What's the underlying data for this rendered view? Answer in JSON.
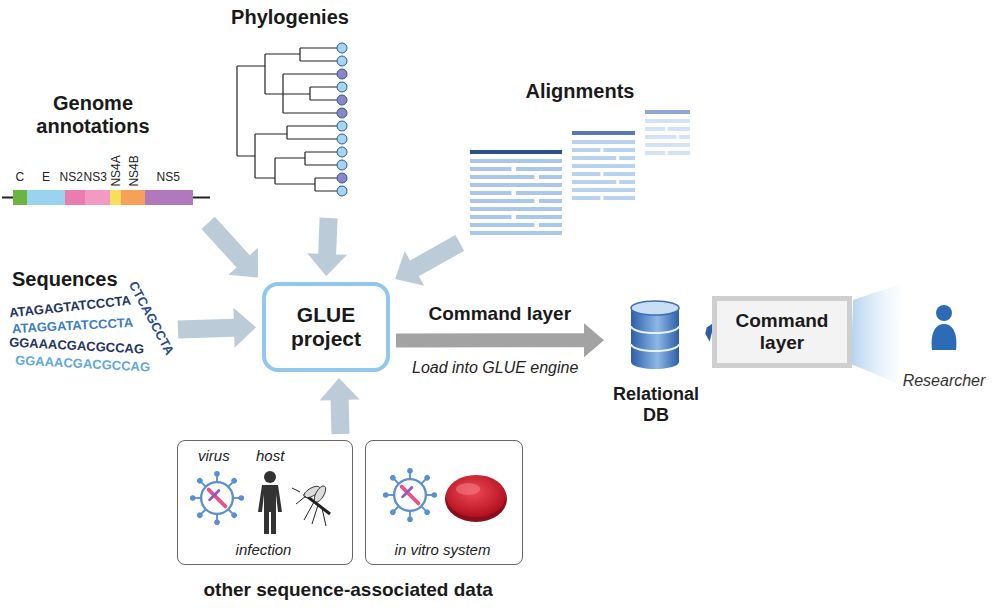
{
  "diagram": {
    "nodes": [
      {
        "text": [
          "Phylogenies"
        ]
      },
      {
        "text": [
          "Genome annotations"
        ]
      },
      {
        "text": [
          "Alignments"
        ]
      },
      {
        "text": [
          "Sequences"
        ]
      },
      {
        "text": [
          "GLUE project"
        ]
      },
      {
        "text": [
          "Relational DB"
        ]
      },
      {
        "text": [
          "Command layer"
        ]
      },
      {
        "text": [
          "Researcher"
        ]
      },
      {
        "text": [
          "virus",
          "host",
          "infection"
        ]
      },
      {
        "text": [
          "in vitro system"
        ]
      }
    ],
    "edges": [
      {
        "from": 1,
        "to": 4,
        "arrow": "to"
      },
      {
        "from": 0,
        "to": 4,
        "arrow": "to"
      },
      {
        "from": 2,
        "to": 4,
        "arrow": "to"
      },
      {
        "from": 3,
        "to": 4,
        "arrow": "to"
      },
      {
        "from": 8,
        "to": 4,
        "arrow": "to"
      },
      {
        "from": 4,
        "to": 5,
        "label": "Command layer",
        "arrow": "to"
      },
      {
        "from": 5,
        "to": 6,
        "arrow": "none"
      },
      {
        "from": 6,
        "to": 7,
        "arrow": "none"
      }
    ],
    "labels": [
      "C",
      "E",
      "NS2",
      "NS3",
      "NS4A",
      "NS4B",
      "NS5",
      "ATAGAGTATCCCTA",
      "CTCAGCCTA",
      "ATAGGATATCCCTA",
      "GGAAACGACGCCAG",
      "GGAAACGACGCCAG",
      "Load into GLUE engine",
      "other sequence-associated data"
    ]
  }
}
